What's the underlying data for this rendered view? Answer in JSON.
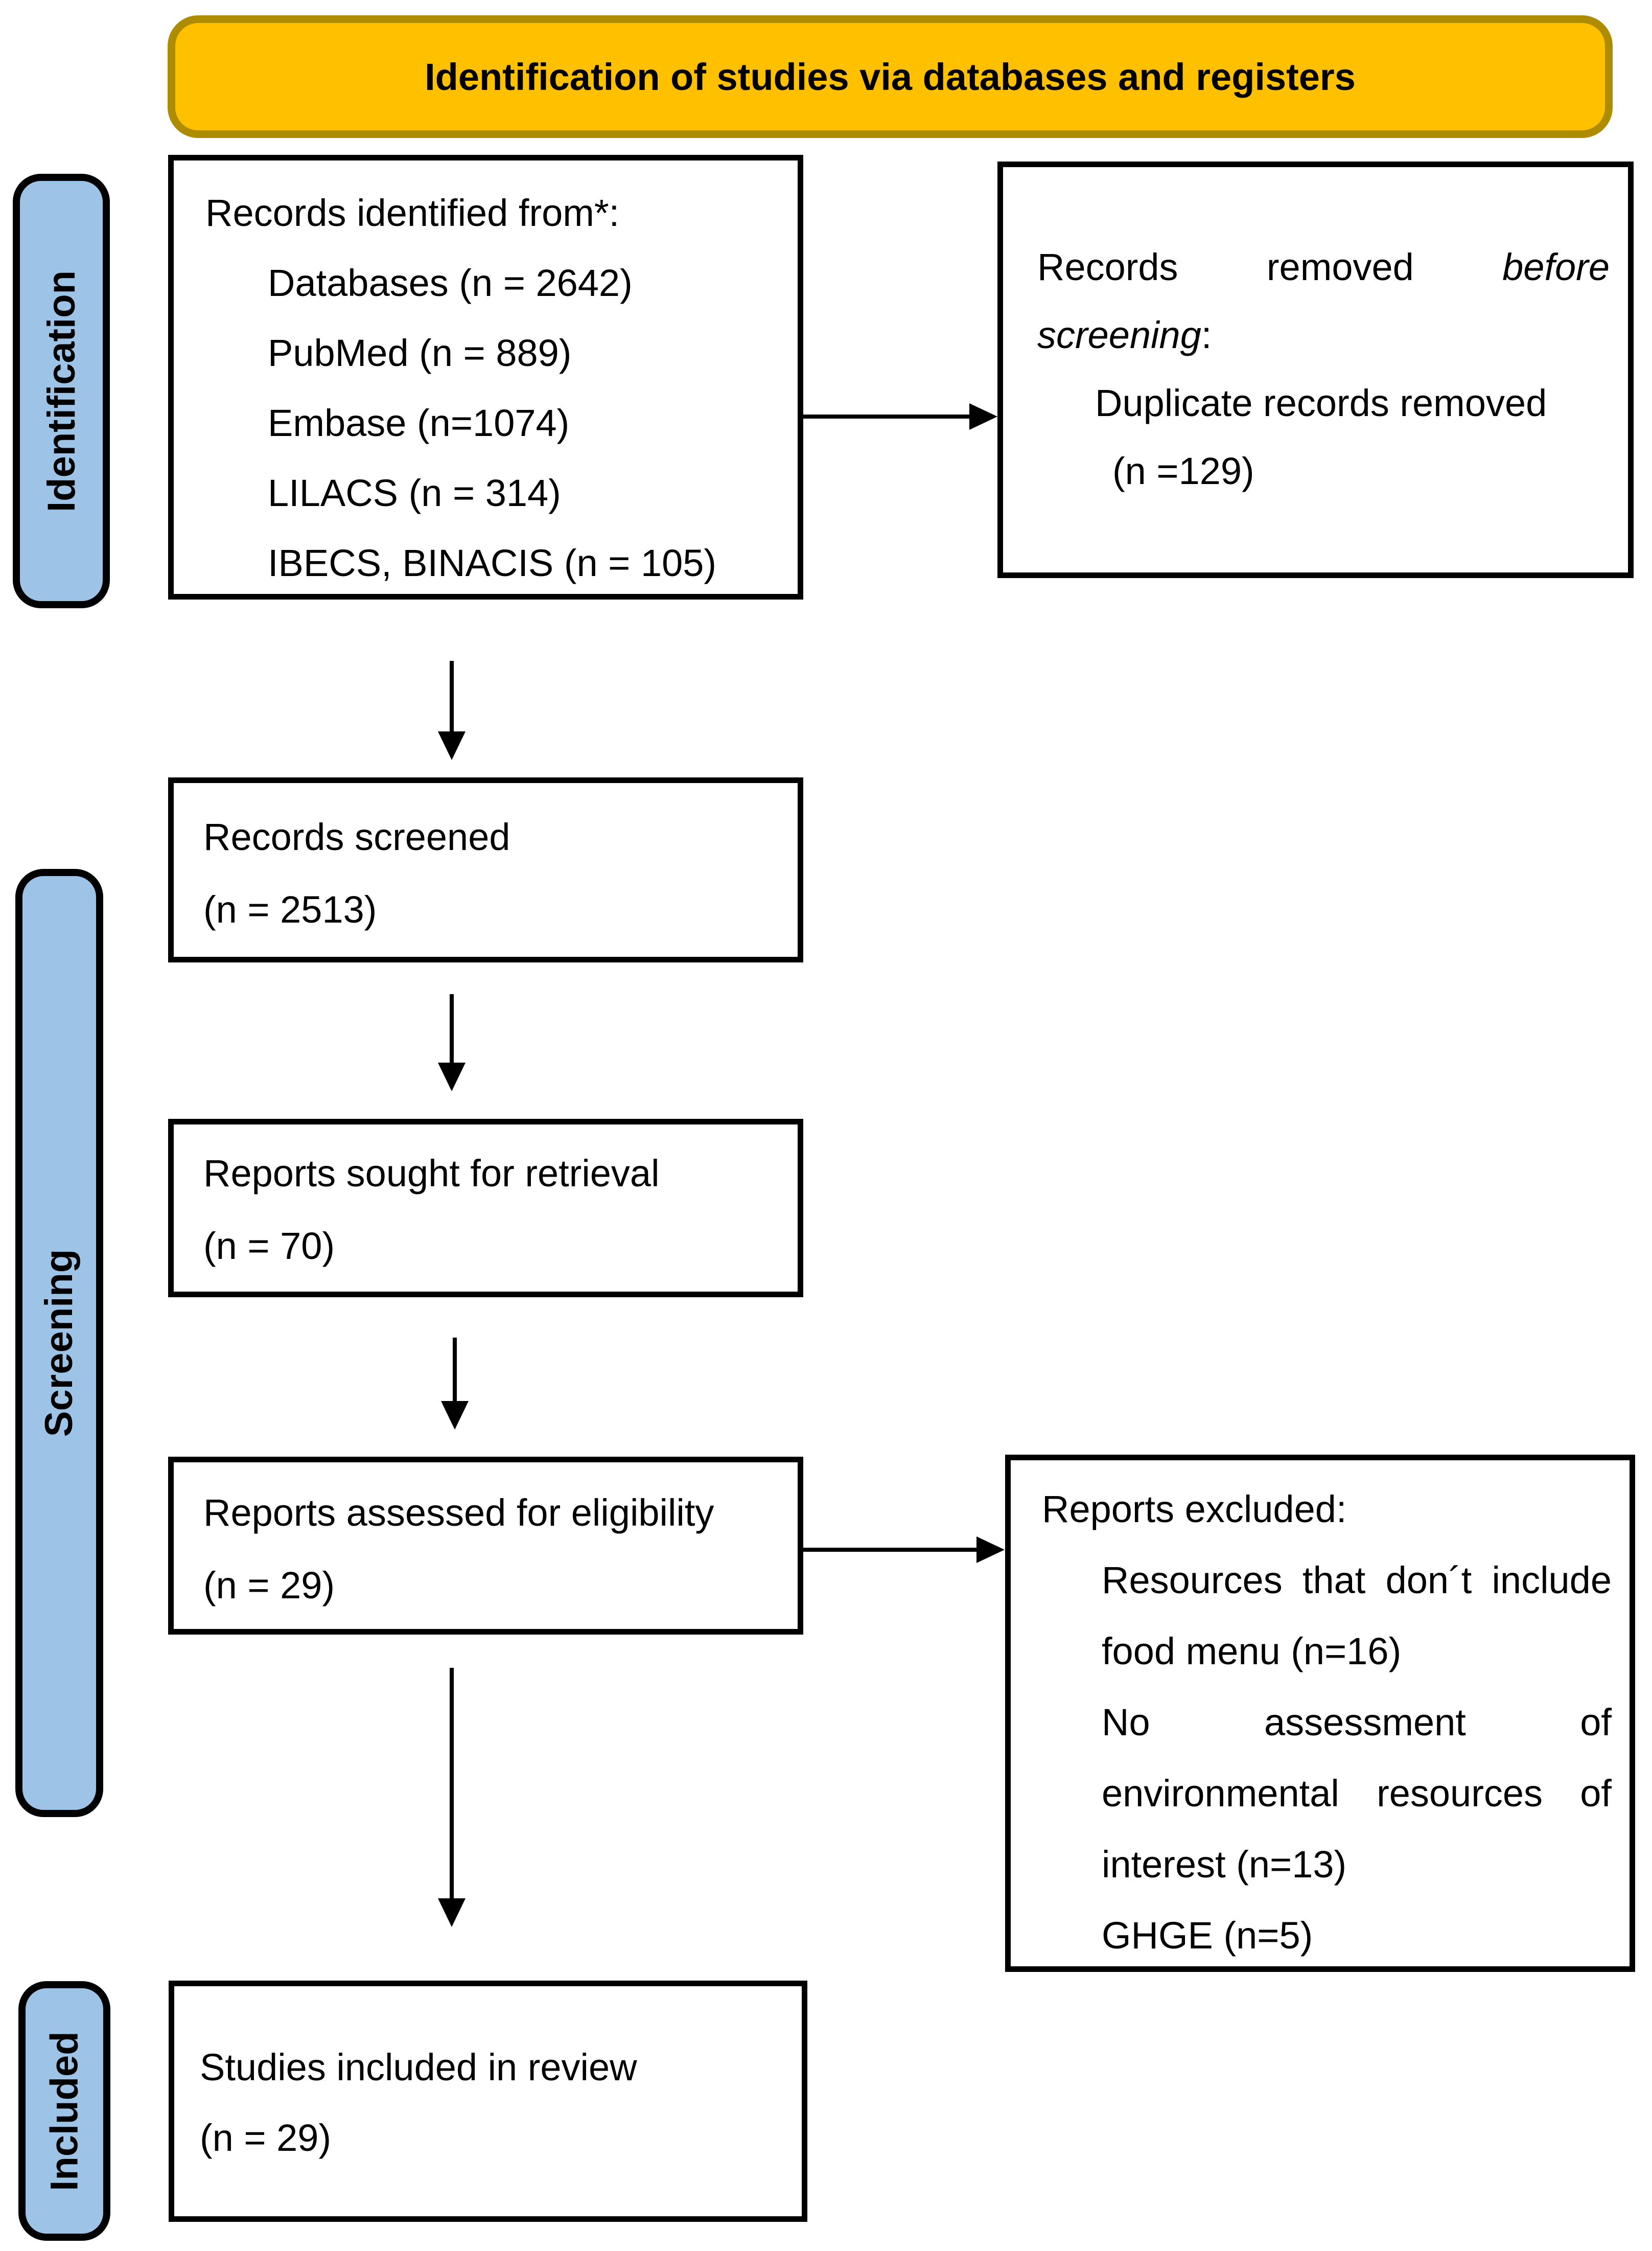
{
  "header": {
    "title": "Identification of studies via databases and registers"
  },
  "stages": {
    "identification": "Identification",
    "screening": "Screening",
    "included": "Included"
  },
  "boxes": {
    "records_identified": {
      "title": "Records identified from*:",
      "items": [
        "Databases (n = 2642)",
        "PubMed (n = 889)",
        "Embase (n=1074)",
        "LILACS (n = 314)",
        "IBECS, BINACIS (n = 105)"
      ]
    },
    "records_removed": {
      "line1": {
        "w1": "Records",
        "w2": "removed",
        "w3_italic": "before"
      },
      "line2_italic": "screening",
      "line2_suffix": ":",
      "item": "Duplicate records removed",
      "count": "(n =129)"
    },
    "records_screened": {
      "title": "Records screened",
      "count": "(n = 2513)"
    },
    "reports_sought": {
      "title": "Reports sought for retrieval",
      "count": "(n = 70)"
    },
    "reports_assessed": {
      "title": "Reports assessed for eligibility",
      "count": "(n = 29)"
    },
    "reports_excluded": {
      "title": "Reports excluded:",
      "item1_line1": {
        "w1": "Resources",
        "w2": "that",
        "w3": "don´t",
        "w4": "include"
      },
      "item1_line2": "food menu (n=16)",
      "item2_line1": {
        "w1": "No",
        "w2": "assessment",
        "w3": "of"
      },
      "item2_line2": {
        "w1": "environmental",
        "w2": "resources",
        "w3": "of"
      },
      "item2_line3": "interest (n=13)",
      "item3": "GHGE (n=5)"
    },
    "studies_included": {
      "title": "Studies included in review",
      "count": "(n = 29)"
    }
  },
  "colors": {
    "banner_fill": "#FFC000",
    "banner_border": "#AE8C00",
    "stage_fill": "#9DC3E6",
    "ink": "#000000"
  }
}
